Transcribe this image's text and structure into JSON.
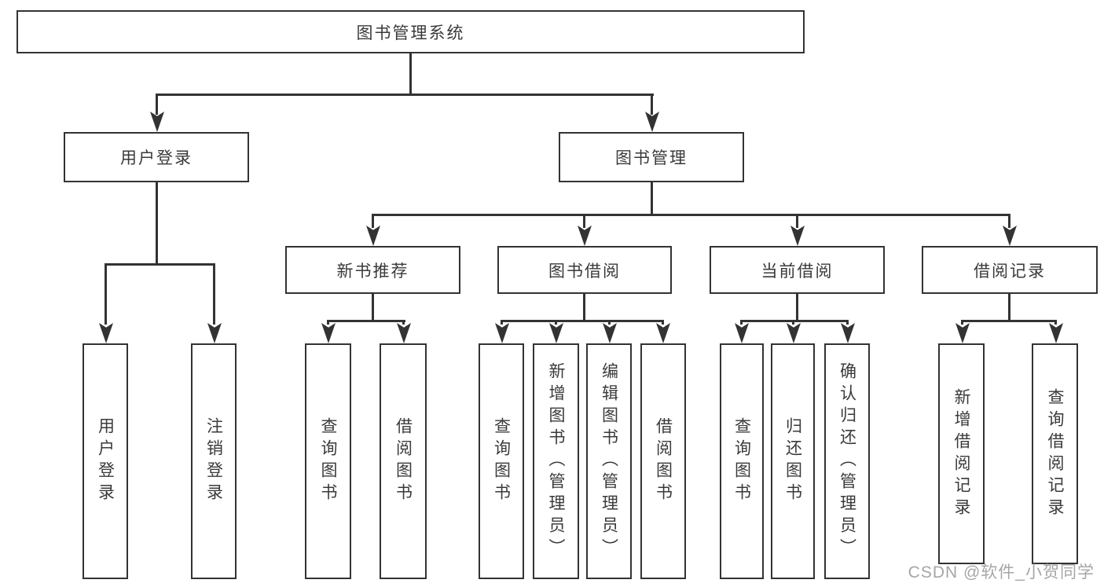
{
  "diagram": {
    "title": "图书管理系统",
    "children": [
      {
        "label": "用户登录",
        "children": [
          {
            "label": "用户登录"
          },
          {
            "label": "注销登录"
          }
        ]
      },
      {
        "label": "图书管理",
        "children": [
          {
            "label": "新书推荐",
            "children": [
              {
                "label": "查询图书"
              },
              {
                "label": "借阅图书"
              }
            ]
          },
          {
            "label": "图书借阅",
            "children": [
              {
                "label": "查询图书"
              },
              {
                "label": "新增图书（管理员）"
              },
              {
                "label": "编辑图书（管理员）"
              },
              {
                "label": "借阅图书"
              }
            ]
          },
          {
            "label": "当前借阅",
            "children": [
              {
                "label": "查询图书"
              },
              {
                "label": "归还图书"
              },
              {
                "label": "确认归还（管理员）"
              }
            ]
          },
          {
            "label": "借阅记录",
            "children": [
              {
                "label": "新增借阅记录"
              },
              {
                "label": "查询借阅记录"
              }
            ]
          }
        ]
      }
    ],
    "colors": {
      "line": "#333333",
      "box_border": "#333333",
      "text": "#3a3a3a",
      "background": "#ffffff",
      "watermark": "#a6a6a6"
    }
  },
  "watermark": {
    "text": "CSDN @软件_小贺同学"
  }
}
